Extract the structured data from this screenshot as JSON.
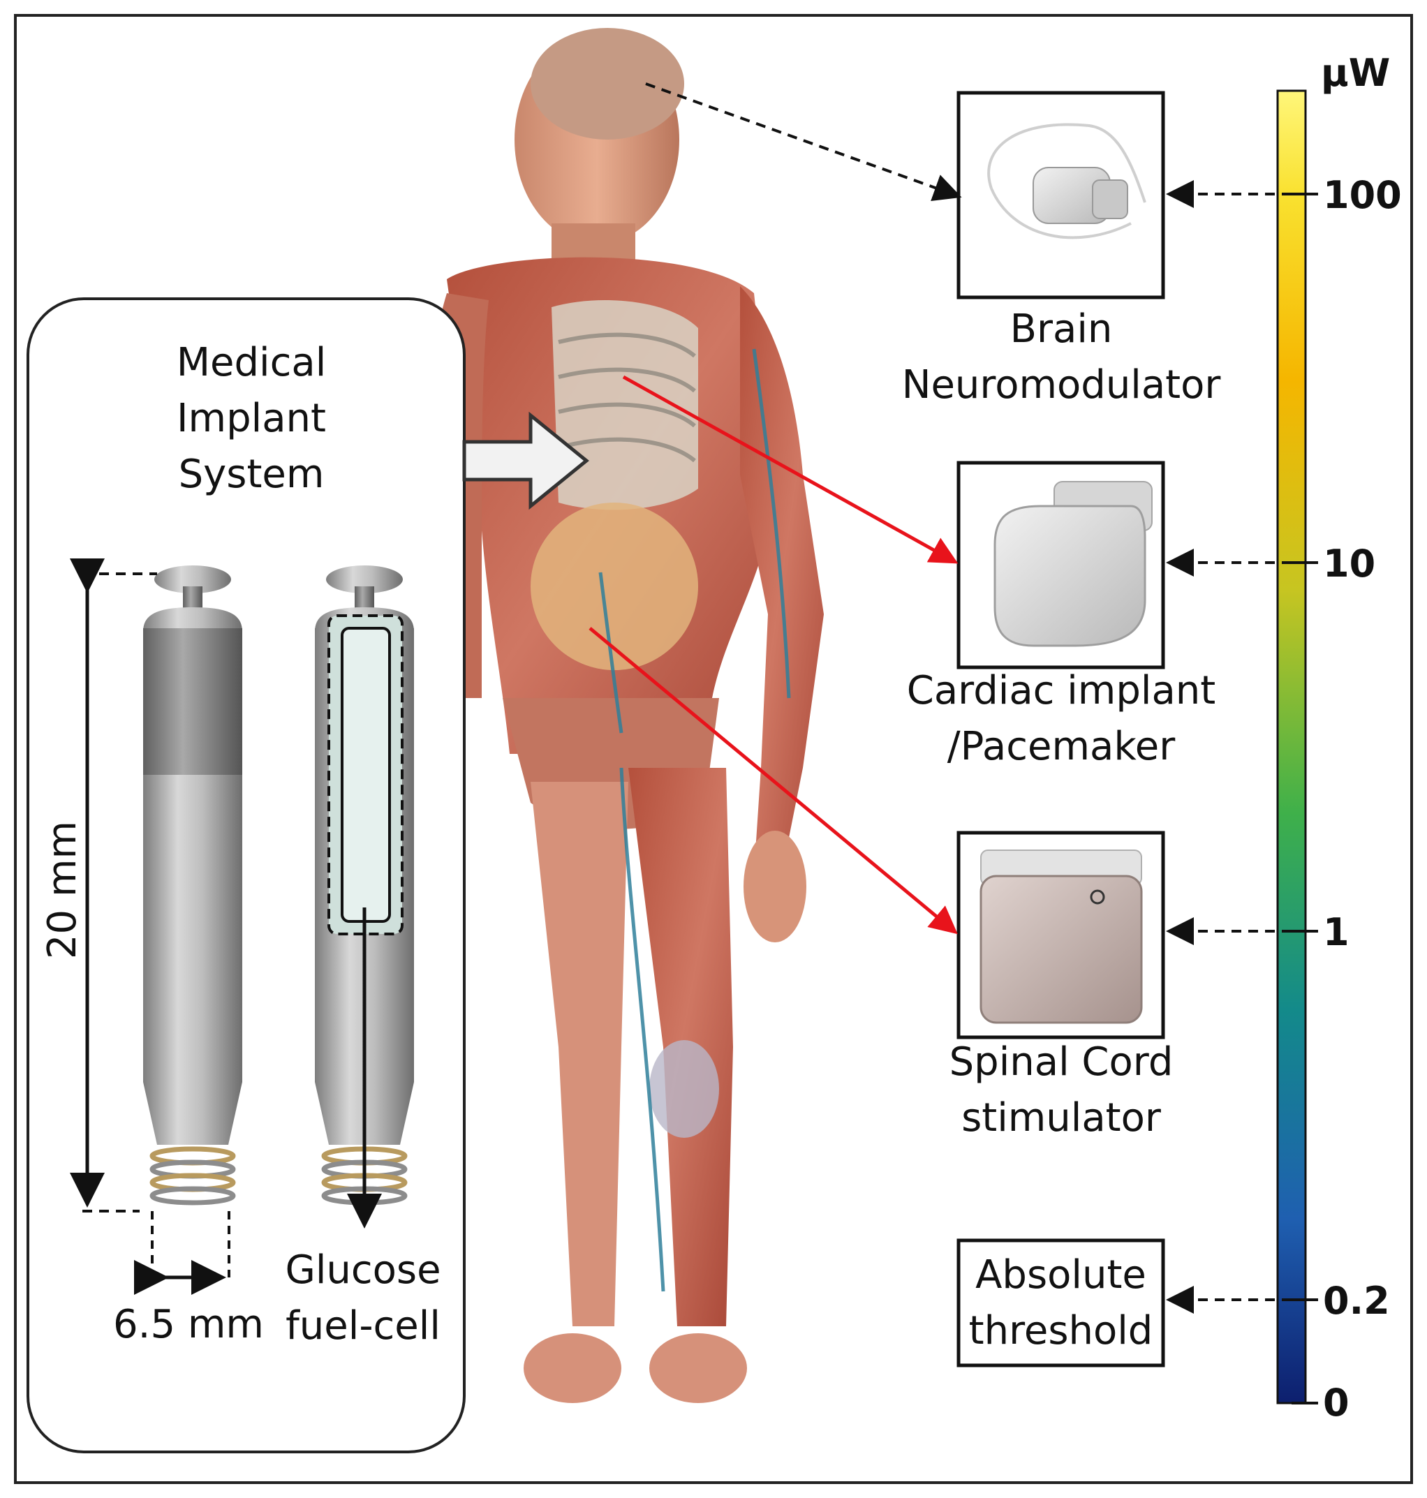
{
  "figure": {
    "inset": {
      "title_lines": [
        "Medical",
        "Implant",
        "System"
      ],
      "length_label": "20 mm",
      "diameter_label": "6.5 mm",
      "fuel_cell_lines": [
        "Glucose",
        "fuel-cell"
      ]
    },
    "devices": [
      {
        "id": "brain",
        "label_lines": [
          "Brain",
          "Neuromodulator"
        ],
        "icon": "neuromodulator-icon",
        "power_uW": 100
      },
      {
        "id": "cardiac",
        "label_lines": [
          "Cardiac implant",
          "/Pacemaker"
        ],
        "icon": "pacemaker-icon",
        "power_uW": 10
      },
      {
        "id": "spinal",
        "label_lines": [
          "Spinal Cord",
          "stimulator"
        ],
        "icon": "spinal-stimulator-icon",
        "power_uW": 1
      },
      {
        "id": "threshold",
        "label_lines": [
          "Absolute",
          "threshold"
        ],
        "power_uW": 0.2
      }
    ],
    "colorbar": {
      "unit": "μW",
      "ticks": [
        "100",
        "10",
        "1",
        "0.2",
        "0"
      ],
      "colormap": [
        "#0d1f6e",
        "#1f5fb0",
        "#138a8a",
        "#3fb04a",
        "#c7c521",
        "#f5b600",
        "#f9e12f",
        "#fff67a"
      ]
    },
    "colors": {
      "frame": "#222222",
      "arrow_red": "#e8131b",
      "arrow_dashed": "#111111"
    }
  }
}
